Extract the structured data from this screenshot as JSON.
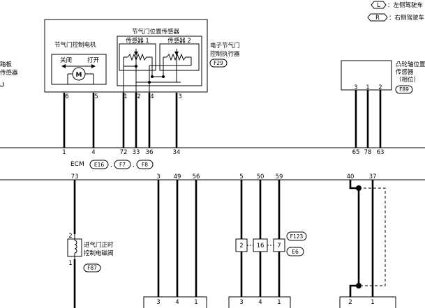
{
  "legend": {
    "left_key": "L",
    "left_text": "：左侧驾驶车",
    "right_key": "R",
    "right_text": "：右侧驾驶车"
  },
  "left_partial": {
    "line1": "踏板",
    "line2": "传感器"
  },
  "actuator": {
    "motor_title": "节气门控制电机",
    "close_label": "关闭",
    "open_label": "打开",
    "motor_symbol": "M",
    "sensor_group_title": "节气门位置传感器",
    "sensor1_label": "传感器 1",
    "sensor2_label": "传感器 2",
    "name_line1": "电子节气门",
    "name_line2": "控制执行器",
    "connector": "F29",
    "pins": [
      "6",
      "5",
      "1",
      "2",
      "4",
      "3"
    ]
  },
  "cam_sensor": {
    "name_line1": "凸轮轴位置",
    "name_line2": "传感器",
    "name_line3": "（相位）",
    "connector": "F89",
    "pins": [
      "3",
      "1",
      "2"
    ]
  },
  "ecm": {
    "label": "ECM",
    "connectors": [
      "E16",
      "F7",
      "F8"
    ],
    "top_pins": [
      "1",
      "4",
      "72",
      "33",
      "36",
      "34",
      "65",
      "78",
      "63"
    ],
    "bottom_pins": [
      "73",
      "3",
      "49",
      "56",
      "5",
      "50",
      "59",
      "40",
      "37"
    ]
  },
  "valve": {
    "name_line1": "进气门正时",
    "name_line2": "控制电磁阀",
    "connector": "F87",
    "pin_top": "2",
    "pin_bottom": "1"
  },
  "junction": {
    "pins": [
      "2",
      "16",
      "7"
    ],
    "connector_top": "F123",
    "connector_bottom": "E6"
  },
  "bottom_connectors": {
    "group_a_pins": [
      "3",
      "4",
      "1"
    ],
    "group_b_pins": [
      "3",
      "4",
      "1"
    ],
    "group_c_pins": [
      "2",
      "1"
    ]
  },
  "colors": {
    "ink": "#000000",
    "background": "#ffffff"
  }
}
